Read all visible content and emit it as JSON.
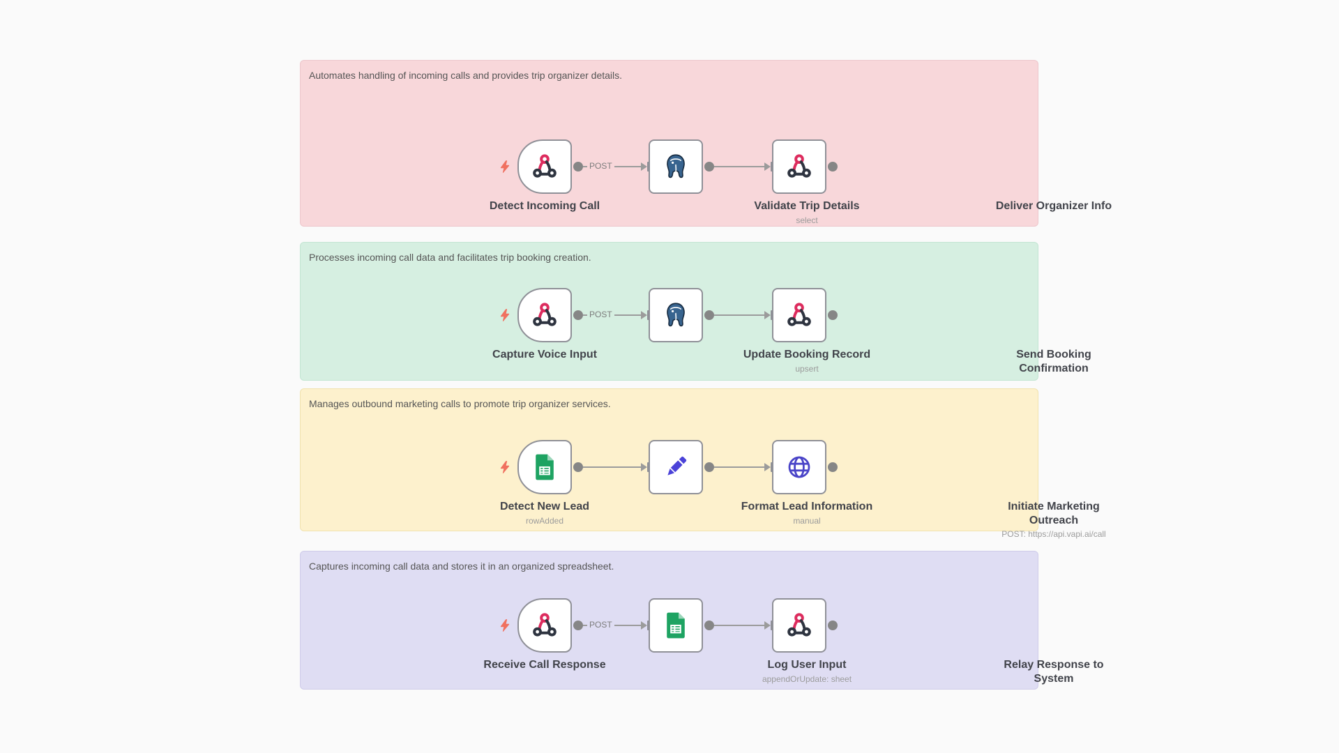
{
  "page": {
    "background_color": "#fafafa"
  },
  "sections": [
    {
      "id": "incoming-call-handling",
      "description": "Automates handling of incoming calls and provides trip organizer details.",
      "colors": {
        "background": "#f8d7da",
        "border": "#edc6cb"
      },
      "nodes": [
        {
          "title": "Detect Incoming Call",
          "icon": "webhook-icon",
          "trigger": true,
          "output_label": "POST",
          "subtitle": ""
        },
        {
          "title": "Validate Trip Details",
          "icon": "postgresql-icon",
          "trigger": false,
          "output_label": "",
          "subtitle": "select"
        },
        {
          "title": "Deliver Organizer Info",
          "icon": "webhook-icon",
          "trigger": false,
          "output_label": "",
          "subtitle": ""
        }
      ]
    },
    {
      "id": "trip-booking-creation",
      "description": "Processes incoming call data and facilitates trip booking creation.",
      "colors": {
        "background": "#d6efe1",
        "border": "#c2e5d2"
      },
      "nodes": [
        {
          "title": "Capture Voice Input",
          "icon": "webhook-icon",
          "trigger": true,
          "output_label": "POST",
          "subtitle": ""
        },
        {
          "title": "Update Booking Record",
          "icon": "postgresql-icon",
          "trigger": false,
          "output_label": "",
          "subtitle": "upsert"
        },
        {
          "title": "Send Booking Confirmation",
          "icon": "webhook-icon",
          "trigger": false,
          "output_label": "",
          "subtitle": ""
        }
      ]
    },
    {
      "id": "outbound-marketing",
      "description": "Manages outbound marketing calls to promote trip organizer services.",
      "colors": {
        "background": "#fdf1cd",
        "border": "#f1e2ae"
      },
      "nodes": [
        {
          "title": "Detect New Lead",
          "icon": "google-sheets-icon",
          "trigger": true,
          "output_label": "",
          "subtitle": "rowAdded"
        },
        {
          "title": "Format Lead Information",
          "icon": "edit-pencil-icon",
          "trigger": false,
          "output_label": "",
          "subtitle": "manual"
        },
        {
          "title": "Initiate Marketing Outreach",
          "icon": "http-globe-icon",
          "trigger": false,
          "output_label": "",
          "subtitle": "POST: https://api.vapi.ai/call"
        }
      ]
    },
    {
      "id": "call-data-logging",
      "description": "Captures incoming call data and stores it in an organized spreadsheet.",
      "colors": {
        "background": "#dfddf3",
        "border": "#cfccea"
      },
      "nodes": [
        {
          "title": "Receive Call Response",
          "icon": "webhook-icon",
          "trigger": true,
          "output_label": "POST",
          "subtitle": ""
        },
        {
          "title": "Log User Input",
          "icon": "google-sheets-icon",
          "trigger": false,
          "output_label": "",
          "subtitle": "appendOrUpdate: sheet"
        },
        {
          "title": "Relay Response to System",
          "icon": "webhook-icon",
          "trigger": false,
          "output_label": "",
          "subtitle": ""
        }
      ]
    }
  ],
  "icon_colors": {
    "webhook_pink": "#dd2c5e",
    "webhook_dark": "#2e3440",
    "postgres_blue": "#38648f",
    "sheets_green": "#1ea362",
    "pencil_indigo": "#4a42d8",
    "globe_indigo": "#4a44c8",
    "trigger_bolt": "#f0705f"
  }
}
